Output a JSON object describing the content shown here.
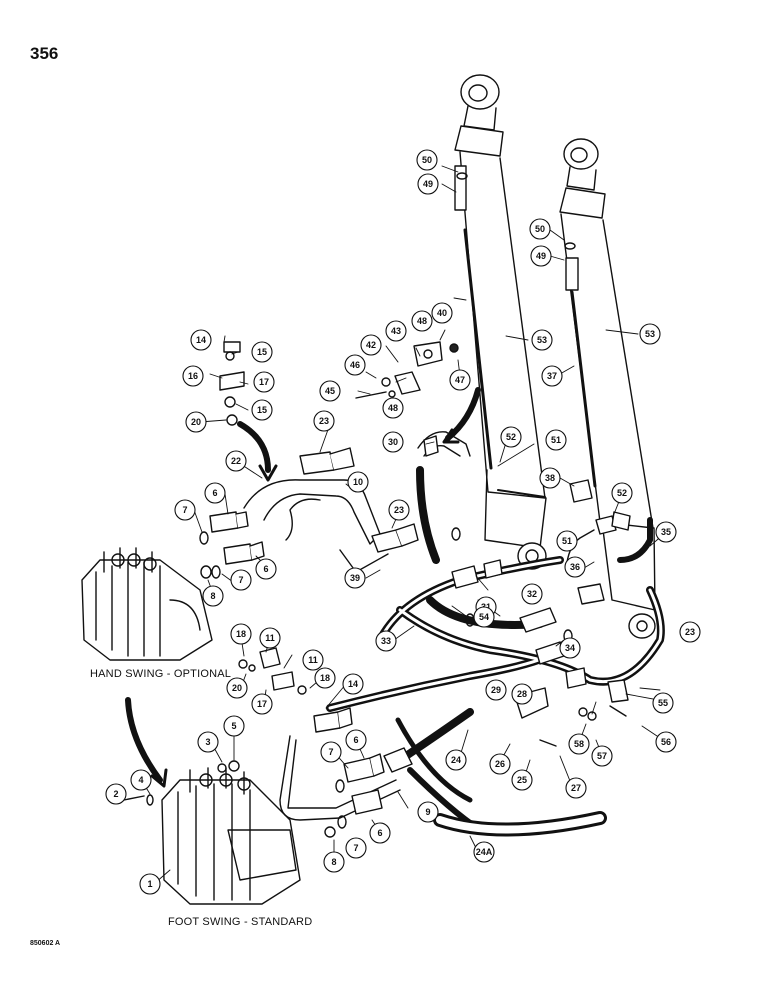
{
  "page_number": "356",
  "captions": {
    "hand_swing": "HAND SWING - OPTIONAL",
    "foot_swing": "FOOT SWING - STANDARD"
  },
  "drawing_code": "850602 A",
  "callouts": [
    "1",
    "2",
    "3",
    "4",
    "5",
    "6",
    "7",
    "8",
    "9",
    "10",
    "11",
    "14",
    "15",
    "16",
    "17",
    "18",
    "20",
    "22",
    "23",
    "24",
    "24A",
    "25",
    "26",
    "27",
    "28",
    "29",
    "30",
    "31",
    "32",
    "33",
    "34",
    "35",
    "36",
    "37",
    "38",
    "39",
    "40",
    "42",
    "43",
    "45",
    "46",
    "47",
    "48",
    "49",
    "50",
    "51",
    "52",
    "53",
    "54",
    "55",
    "56",
    "57",
    "58"
  ],
  "colors": {
    "ink": "#111111",
    "paper": "#ffffff"
  }
}
